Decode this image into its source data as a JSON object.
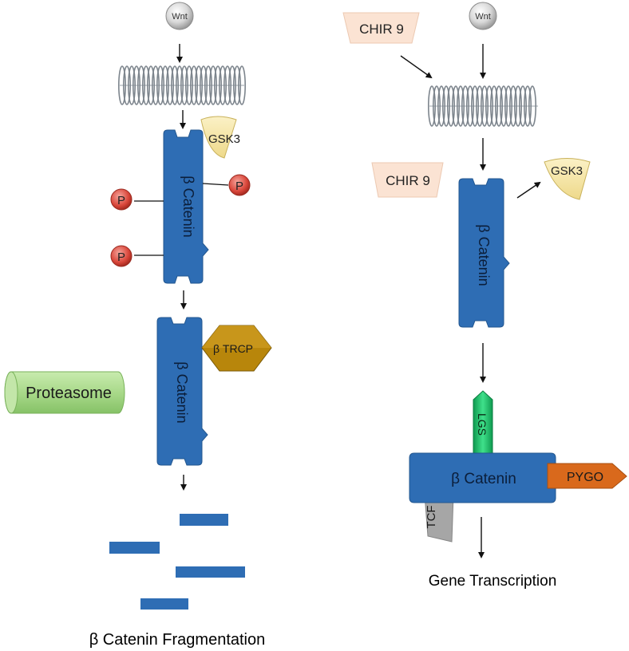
{
  "left_pathway": {
    "wnt_label": "Wnt",
    "gsk3_label": "GSK3",
    "catenin_label": "β Catenin",
    "phospho_label": "P",
    "trcp_label": "β TRCP",
    "catenin2_label": "β Catenin",
    "proteasome_label": "Proteasome",
    "caption": "β Catenin Fragmentation"
  },
  "right_pathway": {
    "chir_top_label": "CHIR 9",
    "wnt_label": "Wnt",
    "chir_mid_label": "CHIR 9",
    "gsk3_label": "GSK3",
    "catenin_label": "β Catenin",
    "lgs_label": "LGS",
    "complex_catenin_label": "β Catenin",
    "pygo_label": "PYGO",
    "tcf_label": "TCF",
    "caption": "Gene Transcription"
  },
  "colors": {
    "catenin_blue": "#2e6db4",
    "catenin_stroke": "#23578f",
    "phospho_red": "#d9463a",
    "gsk3_yellow": "#f5e39a",
    "trcp_gold": "#b8860b",
    "proteasome_green": "#a9d98a",
    "lgs_green": "#22c26b",
    "pygo_orange": "#d9691c",
    "tcf_gray": "#a6a6a6",
    "chir_pink": "#fbe3d3",
    "membrane_gray": "#8a9199"
  }
}
